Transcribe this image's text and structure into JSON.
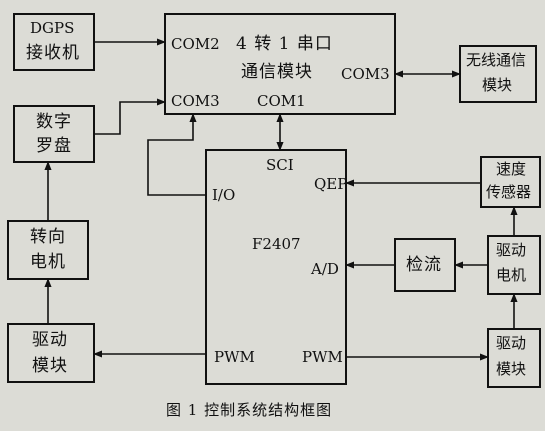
{
  "diagram": {
    "blocks": {
      "dgps": {
        "line1": "DGPS",
        "line2": "接收机"
      },
      "compass": {
        "line1": "数字",
        "line2": "罗盘"
      },
      "steer_motor": {
        "line1": "转向",
        "line2": "电机"
      },
      "drive_left": {
        "line1": "驱动",
        "line2": "模块"
      },
      "serial": {
        "title1": "4 转 1 串口",
        "title2": "通信模块",
        "com2": "COM2",
        "com3_left": "COM3",
        "com1": "COM1",
        "com3_right": "COM3"
      },
      "wireless": {
        "line1": "无线通信",
        "line2": "模块"
      },
      "dsp": {
        "sci": "SCI",
        "io": "I/O",
        "chip": "F2407",
        "qep": "QEP",
        "ad": "A/D",
        "pwm_left": "PWM",
        "pwm_right": "PWM"
      },
      "speed_sensor": {
        "line1": "速度",
        "line2": "传感器"
      },
      "current_detect": {
        "label": "检流"
      },
      "drive_motor": {
        "line1": "驱动",
        "line2": "电机"
      },
      "drive_right": {
        "line1": "驱动",
        "line2": "模块"
      }
    },
    "caption": "图 1   控制系统结构框图"
  }
}
